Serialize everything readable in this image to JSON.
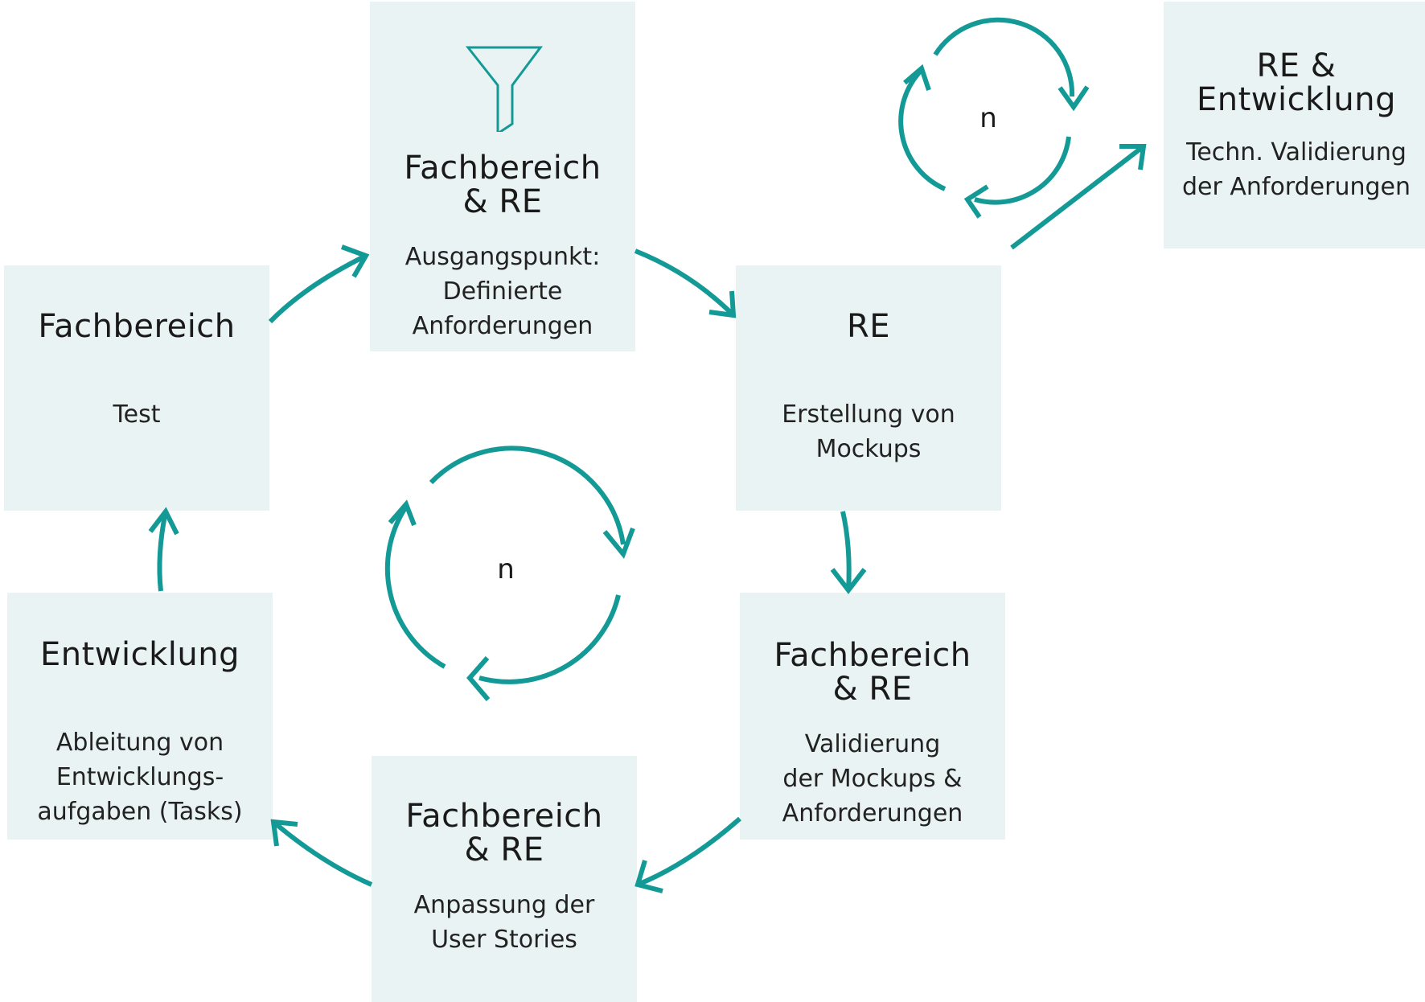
{
  "boxes": {
    "top": {
      "title": "Fachbereich\n& RE",
      "desc": "Ausgangspunkt:\nDefinierte\nAnforderungen",
      "icon": "funnel-icon"
    },
    "right_top": {
      "title": "RE",
      "desc": "Erstellung von\nMockups"
    },
    "right_bottom": {
      "title": "Fachbereich\n& RE",
      "desc": "Validierung\nder Mockups &\nAnforderungen"
    },
    "bottom": {
      "title": "Fachbereich\n& RE",
      "desc": "Anpassung der\nUser Stories"
    },
    "left_bottom": {
      "title": "Entwicklung",
      "desc": "Ableitung von\nEntwicklungs-\naufgaben (Tasks)"
    },
    "left_top": {
      "title": "Fachbereich",
      "desc": "Test"
    },
    "far_right": {
      "title": "RE &\nEntwicklung",
      "desc": "Techn. Validierung\nder Anforderungen"
    }
  },
  "loops": {
    "center_label": "n",
    "upper_label": "n"
  },
  "colors": {
    "accent": "#149a96",
    "box_bg": "#e9f3f3"
  }
}
